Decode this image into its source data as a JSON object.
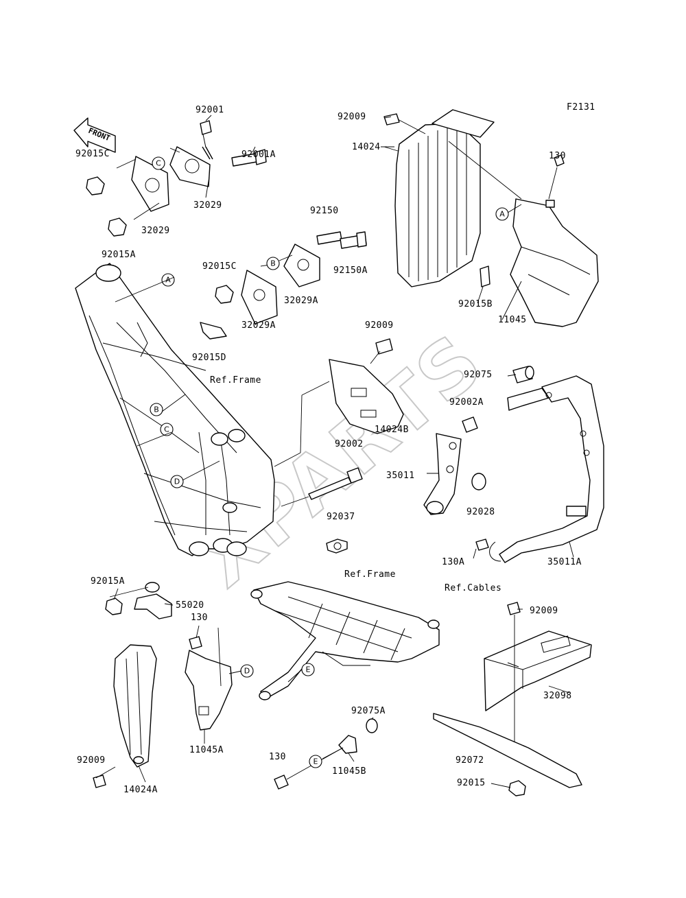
{
  "figure_code": "F2131",
  "watermark": "XPARTS",
  "front_arrow": "FRONT",
  "labels": [
    "92001",
    "92001A",
    "92015C",
    "32029",
    "32029",
    "92015A",
    "92009",
    "14024",
    "130",
    "92150",
    "92150A",
    "92015C",
    "32029A",
    "32029A",
    "92015B",
    "11045",
    "92015D",
    "Ref.Frame",
    "92009",
    "14024B",
    "92075",
    "92002A",
    "92002",
    "35011",
    "92028",
    "92037",
    "130A",
    "35011A",
    "Ref.Cables",
    "Ref.Frame",
    "92015A",
    "55020",
    "130",
    "92009",
    "32098",
    "11045A",
    "92075A",
    "92072",
    "92009",
    "14024A",
    "130",
    "11045B",
    "92015"
  ],
  "callouts": [
    "A",
    "C",
    "B",
    "A",
    "B",
    "C",
    "D",
    "D",
    "E",
    "E"
  ]
}
